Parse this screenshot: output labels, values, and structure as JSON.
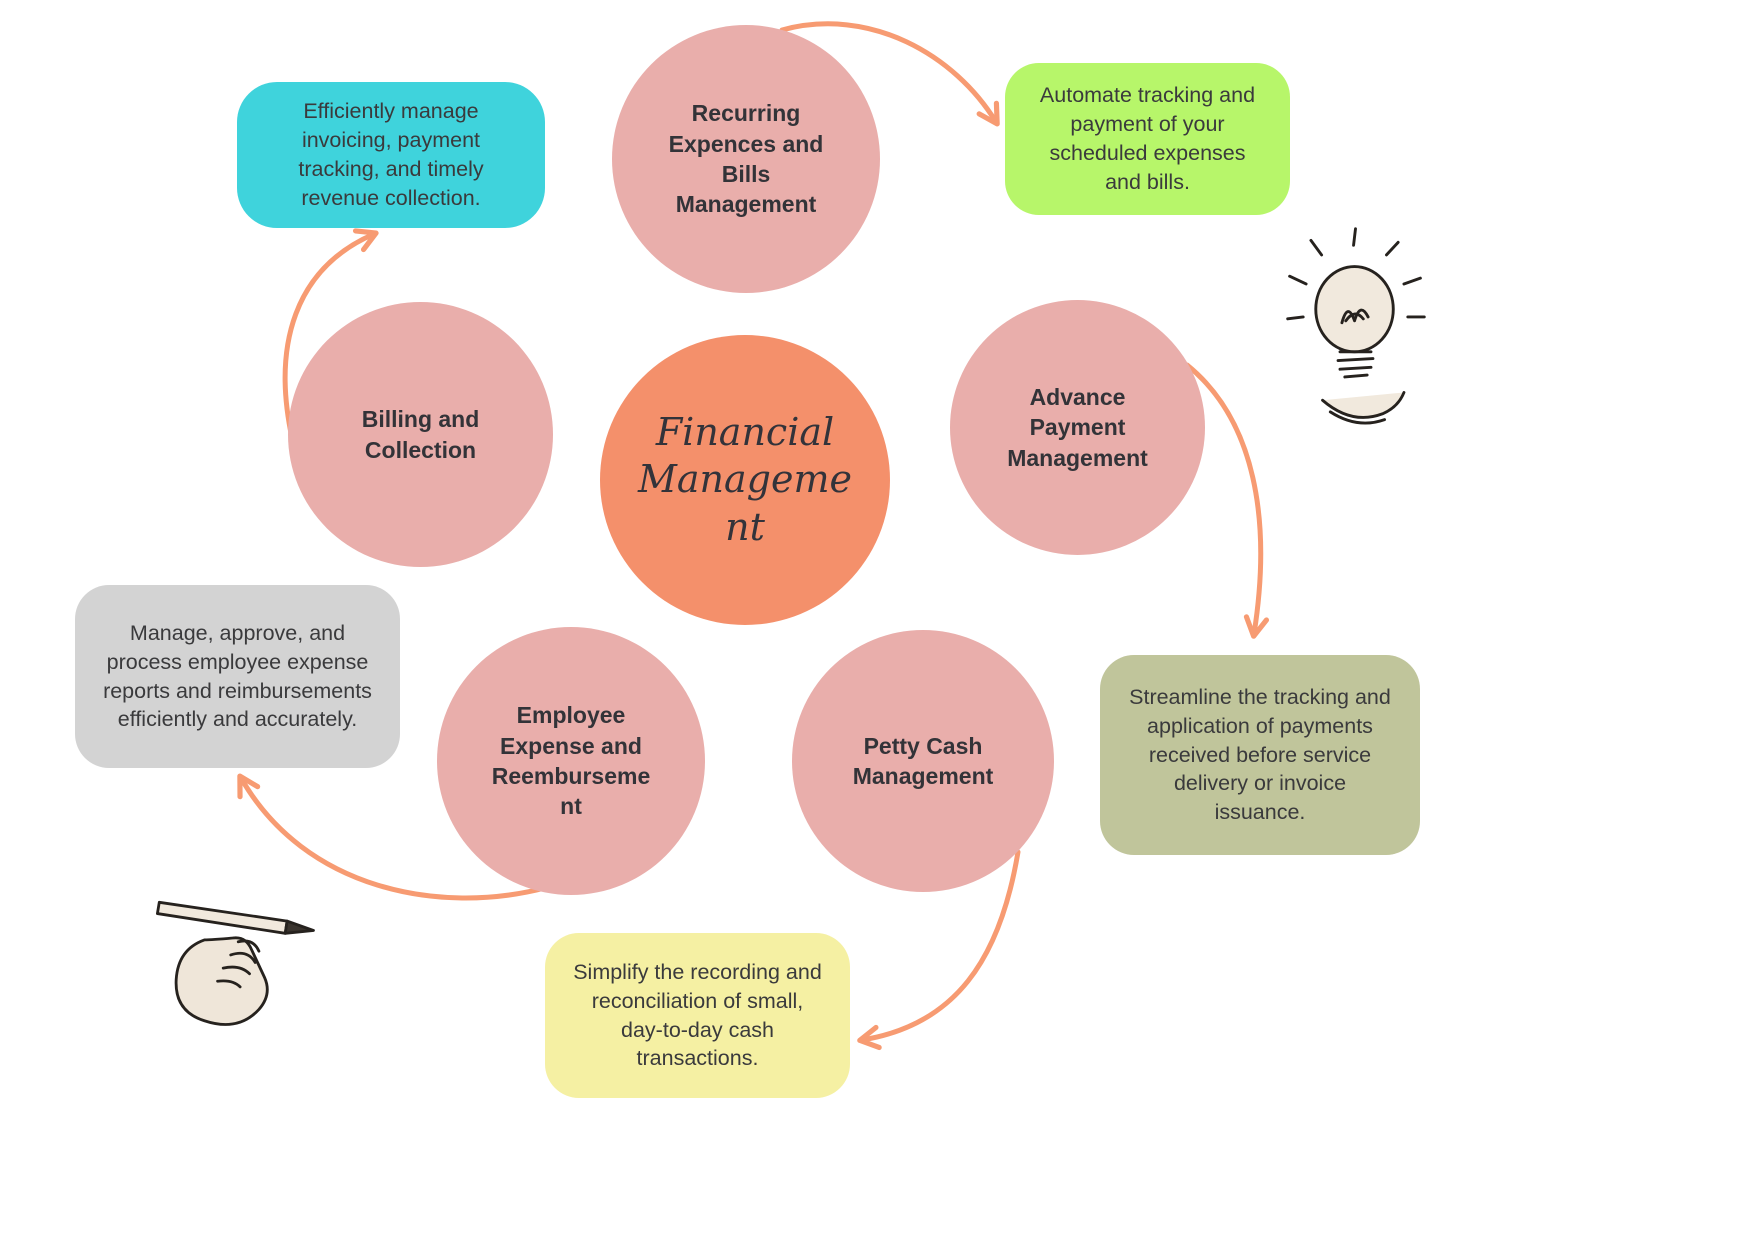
{
  "center_node": {
    "label": "Financial Management"
  },
  "nodes": {
    "recurring": {
      "label": "Recurring Expences and Bills Management"
    },
    "billing": {
      "label": "Billing and Collection"
    },
    "advance": {
      "label": "Advance Payment Management"
    },
    "employee": {
      "label": "Employee Expense and Reembursement"
    },
    "petty": {
      "label": "Petty Cash Management"
    }
  },
  "callouts": {
    "billing_note": {
      "text": "Efficiently manage invoicing, payment tracking, and timely revenue collection.",
      "color": "#3FD3DC"
    },
    "recurring_note": {
      "text": "Automate tracking and payment of your scheduled expenses and bills.",
      "color": "#B7F66A"
    },
    "advance_note": {
      "text": "Streamline the tracking and application of payments received before service delivery or invoice issuance.",
      "color": "#C0C59B"
    },
    "petty_note": {
      "text": "Simplify the recording and reconciliation of small, day-to-day cash transactions.",
      "color": "#F5F0A3"
    },
    "employee_note": {
      "text": "Manage, approve, and process employee expense reports and reimbursements efficiently and accurately.",
      "color": "#D3D3D3"
    }
  },
  "colors": {
    "node_circle": "#E9AEAB",
    "center_circle": "#F4906B",
    "arrow": "#F79B72",
    "title_text": "#333338",
    "body_text": "#3A3A3C",
    "background": "#FFFFFF"
  },
  "icons": {
    "lightbulb": "lightbulb-doodle-icon",
    "hand_pen": "hand-with-pen-doodle-icon"
  }
}
